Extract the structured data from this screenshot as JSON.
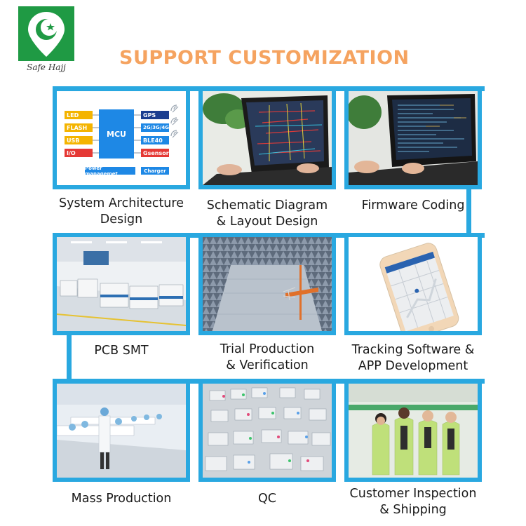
{
  "brand": {
    "name": "Safe Hajj"
  },
  "headline": "SUPPORT CUSTOMIZATION",
  "colors": {
    "accent": "#29a8e0",
    "headline": "#f5a360",
    "logo_bg": "#1f9a44"
  },
  "architecture": {
    "left_blocks": [
      "LED",
      "FLASH",
      "USB",
      "I/O"
    ],
    "core": "MCU",
    "right_blocks": [
      "GPS",
      "2G/3G/4G",
      "BLE40",
      "Gsensor"
    ],
    "bottom_blocks": [
      "Power managemet",
      "Charger"
    ]
  },
  "steps": [
    {
      "lines": [
        "System Architecture",
        "Design"
      ]
    },
    {
      "lines": [
        "Schematic Diagram",
        "& Layout Design"
      ]
    },
    {
      "lines": [
        "Firmware Coding"
      ]
    },
    {
      "lines": [
        "PCB SMT"
      ]
    },
    {
      "lines": [
        "Trial Production",
        "& Verification"
      ]
    },
    {
      "lines": [
        "Tracking Software &",
        "APP Development"
      ]
    },
    {
      "lines": [
        "Mass Production"
      ]
    },
    {
      "lines": [
        "QC"
      ]
    },
    {
      "lines": [
        "Customer Inspection",
        "& Shipping"
      ]
    }
  ]
}
